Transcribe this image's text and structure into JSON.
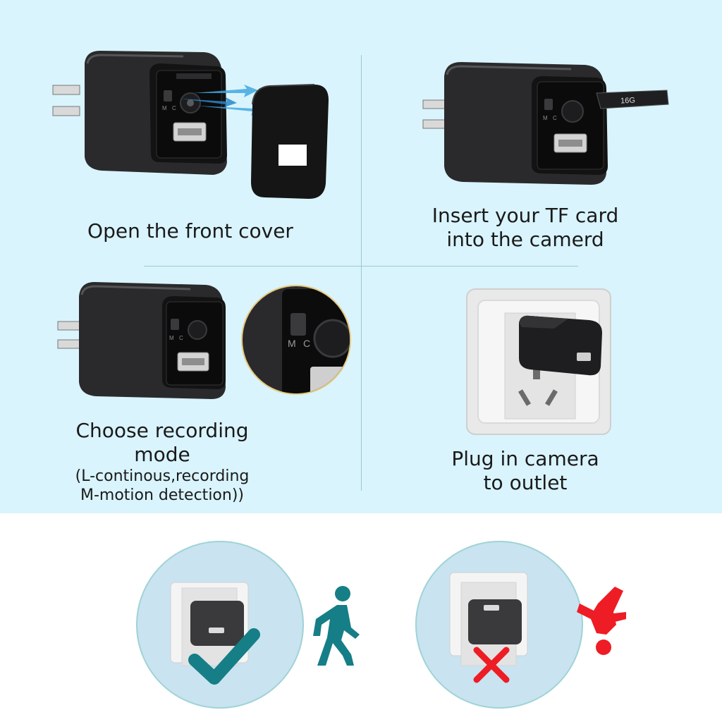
{
  "steps": [
    {
      "caption": "Open the front cover"
    },
    {
      "caption_line1": "Insert your TF card",
      "caption_line2": "into the camerd"
    },
    {
      "caption_line1": "Choose recording",
      "caption_line2": "mode",
      "note_line1": "(L-continous,recording",
      "note_line2": "M-motion detection))"
    },
    {
      "caption_line1": "Plug in camera",
      "caption_line2": "to outlet"
    }
  ],
  "switch_labels": {
    "m": "M",
    "c": "C"
  },
  "sd_card_text": "16G",
  "colors": {
    "top_background": "#d9f4fd",
    "bottom_background": "#ffffff",
    "device_body": "#1b1b1d",
    "check_mark": "#167e86",
    "cross_mark": "#ee1c24",
    "walking_figure": "#167e86",
    "falling_figure": "#ee1c24",
    "arrow_blue": "#41a7e0"
  },
  "icons": {
    "correct": "check-mark-icon",
    "wrong": "cross-mark-icon",
    "upright": "walking-person-icon",
    "upside_down": "falling-person-icon"
  }
}
